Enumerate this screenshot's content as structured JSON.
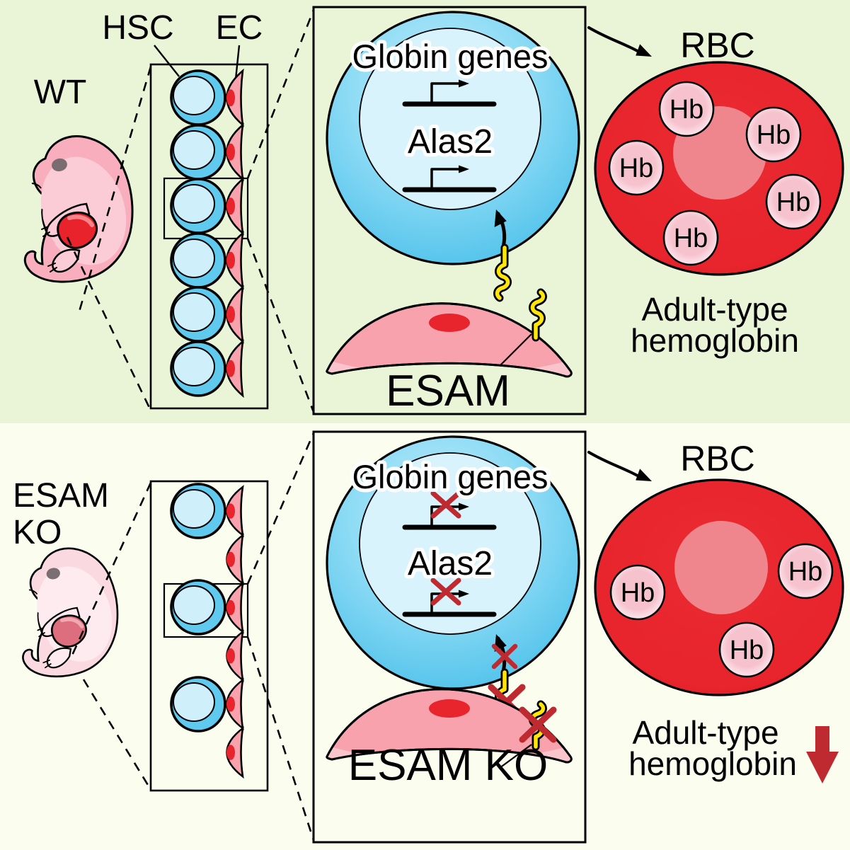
{
  "palette": {
    "bg_top": "#EAF5D8",
    "bg_bottom": "#FBFDEE",
    "hsc_blue": "#5FC9EE",
    "hsc_inner_blue": "#CFEFFB",
    "cell_blue": "#8FDCF5",
    "nucleus_blue": "#D9F3FC",
    "ec_pink": "#F7A2AD",
    "ec_light_pink": "#FAC4CC",
    "red": "#E8242C",
    "rbc_center_pink": "#F0868D",
    "hb_pink": "#F5C2CD",
    "esam_yellow": "#FFE608",
    "cross_red": "#BE2A30",
    "wt_embryo_pink": "#F8AEBD",
    "ko_embryo_pink": "#FBD9E0"
  },
  "wt": {
    "condition_label": "WT",
    "hsc_label": "HSC",
    "ec_label": "EC",
    "panel": {
      "globin_genes_label": "Globin genes",
      "gene_label": "Alas2",
      "esam_label": "ESAM"
    },
    "rbc": {
      "label": "RBC",
      "hb_label": "Hb",
      "hb_count": 5
    },
    "result_line1": "Adult-type",
    "result_line2": "hemoglobin"
  },
  "ko": {
    "condition_label_line1": "ESAM",
    "condition_label_line2": "KO",
    "panel": {
      "globin_genes_label": "Globin genes",
      "gene_label": "Alas2",
      "esam_label": "ESAM KO"
    },
    "rbc": {
      "label": "RBC",
      "hb_label": "Hb",
      "hb_count": 3
    },
    "result_line1": "Adult-type",
    "result_line2": "hemoglobin",
    "result_trend": "decreased"
  }
}
